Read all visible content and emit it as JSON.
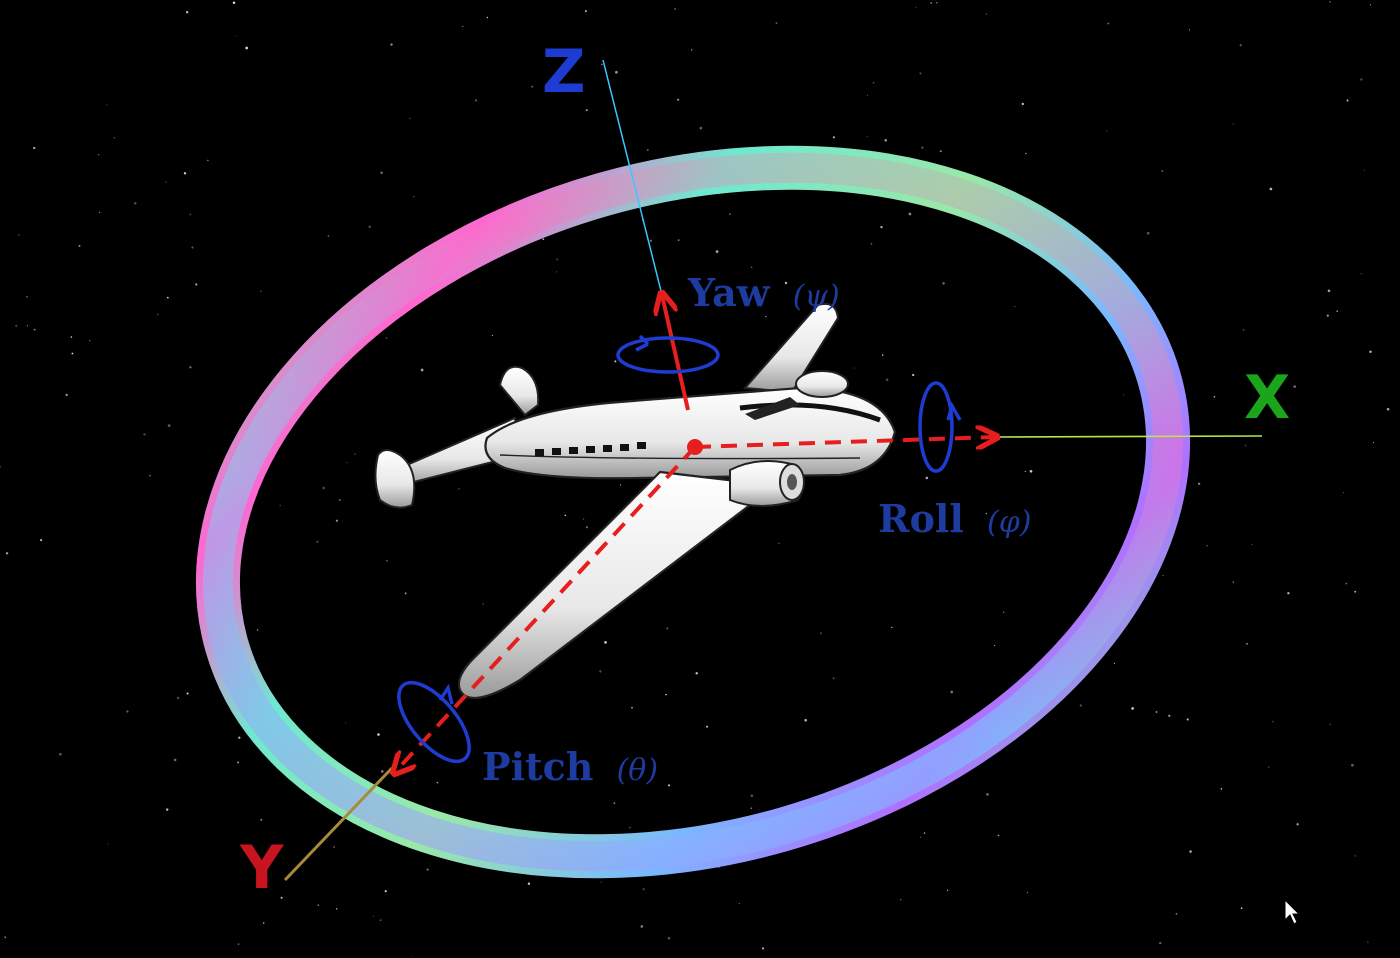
{
  "axes": {
    "x": {
      "label": "X",
      "color": "#1aa51a"
    },
    "y": {
      "label": "Y",
      "color": "#c8141e"
    },
    "z": {
      "label": "Z",
      "color": "#1e3cd2"
    }
  },
  "rotations": {
    "yaw": {
      "name": "Yaw",
      "symbol": "(ψ)"
    },
    "roll": {
      "name": "Roll",
      "symbol": "(φ)"
    },
    "pitch": {
      "name": "Pitch",
      "symbol": "(θ)"
    }
  },
  "colors": {
    "background": "#000000",
    "rotation_label": "#1e3ca0",
    "body_axis": "#e61e1e",
    "ring_gradient": [
      "#55f0c8",
      "#7cc8ff",
      "#a070ff",
      "#ff5fd0",
      "#ff6a6a",
      "#8af0a0"
    ]
  },
  "icons": {
    "cursor": "mouse-pointer-icon"
  }
}
